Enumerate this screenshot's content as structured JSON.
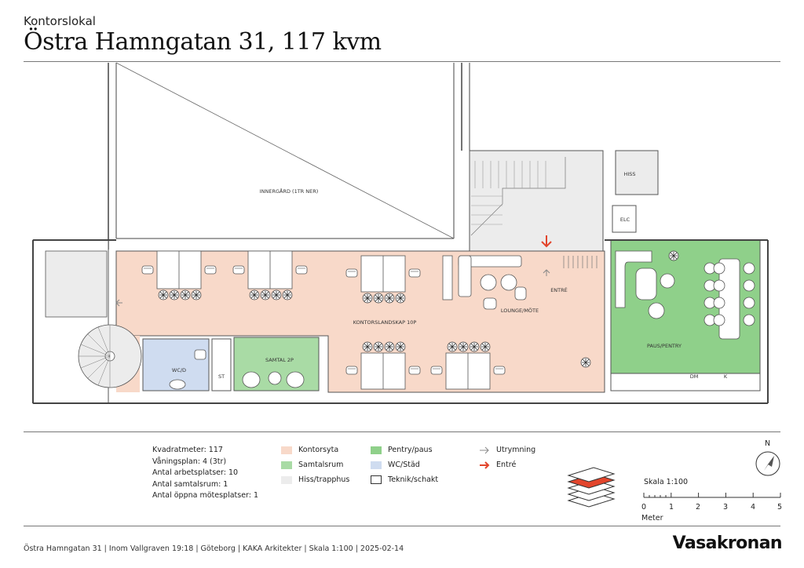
{
  "header": {
    "subtitle": "Kontorslokal",
    "title": "Östra Hamngatan 31, 117 kvm"
  },
  "rooms": {
    "innergard": "INNERGÅRD (1TR NER)",
    "hiss": "HISS",
    "elc": "ELC",
    "entre": "ENTRÉ",
    "lounge": "LOUNGE/MÖTE",
    "kontorslandskap": "KONTORSLANDSKAP 10P",
    "paus": "PAUS/PENTRY",
    "wc": "WC/D",
    "st": "ST",
    "samtal": "SAMTAL 2P",
    "dm": "DM",
    "k": "K"
  },
  "stats": [
    "Kvadratmeter: 117",
    "Våningsplan: 4 (3tr)",
    "Antal arbetsplatser: 10",
    "Antal samtalsrum: 1",
    "Antal öppna mötesplatser: 1"
  ],
  "legend": {
    "kontorsyta": "Kontorsyta",
    "samtalsrum": "Samtalsrum",
    "hiss": "Hiss/trapphus",
    "pentry": "Pentry/paus",
    "wc": "WC/Städ",
    "teknik": "Teknik/schakt",
    "utrymning": "Utrymning",
    "entre": "Entré"
  },
  "colors": {
    "kontorsyta": "#f8d9c9",
    "samtalsrum": "#a9dba5",
    "hiss": "#ececec",
    "pentry": "#8fd08a",
    "wc": "#cfdcf0",
    "teknik": "#ffffff",
    "accent": "#e2452c"
  },
  "scale": {
    "label": "Skala 1:100",
    "ticks": [
      "0",
      "1",
      "2",
      "3",
      "4",
      "5"
    ],
    "unit": "Meter"
  },
  "compass": {
    "north": "N"
  },
  "footer": "Östra Hamngatan 31  |  Inom Vallgraven 19:18  |  Göteborg |  KAKA Arkitekter  |  Skala 1:100  |  2025-02-14",
  "brand": "Vasakronan"
}
